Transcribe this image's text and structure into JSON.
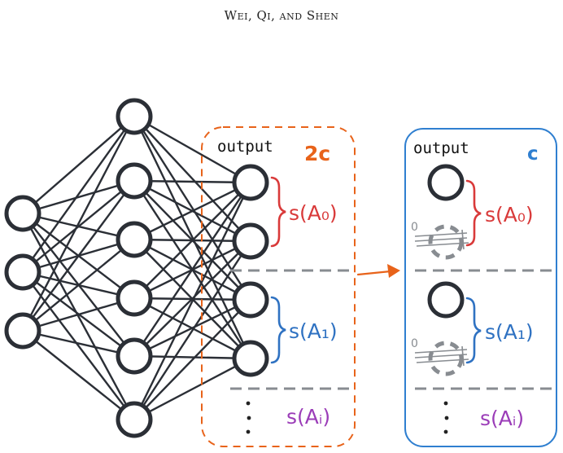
{
  "header": {
    "authors": "Wei, Qi, and Shen"
  },
  "left_panel": {
    "title": "output",
    "multiplier": "2c",
    "group_0_label": "s(A₀)",
    "group_1_label": "s(A₁)",
    "group_i_label": "s(Aᵢ)"
  },
  "right_panel": {
    "title": "output",
    "multiplier": "c",
    "group_0_label": "s(A₀)",
    "group_1_label": "s(A₁)",
    "group_i_label": "s(Aᵢ)",
    "pruned_mark_0": "0",
    "pruned_mark_1": "0"
  },
  "colors": {
    "node_stroke": "#2b2f36",
    "orange": "#e8631a",
    "blue": "#2f7fd0",
    "red": "#d93a3a",
    "group_blue": "#2f72c2",
    "purple": "#9b3db8",
    "gray": "#888c91"
  }
}
